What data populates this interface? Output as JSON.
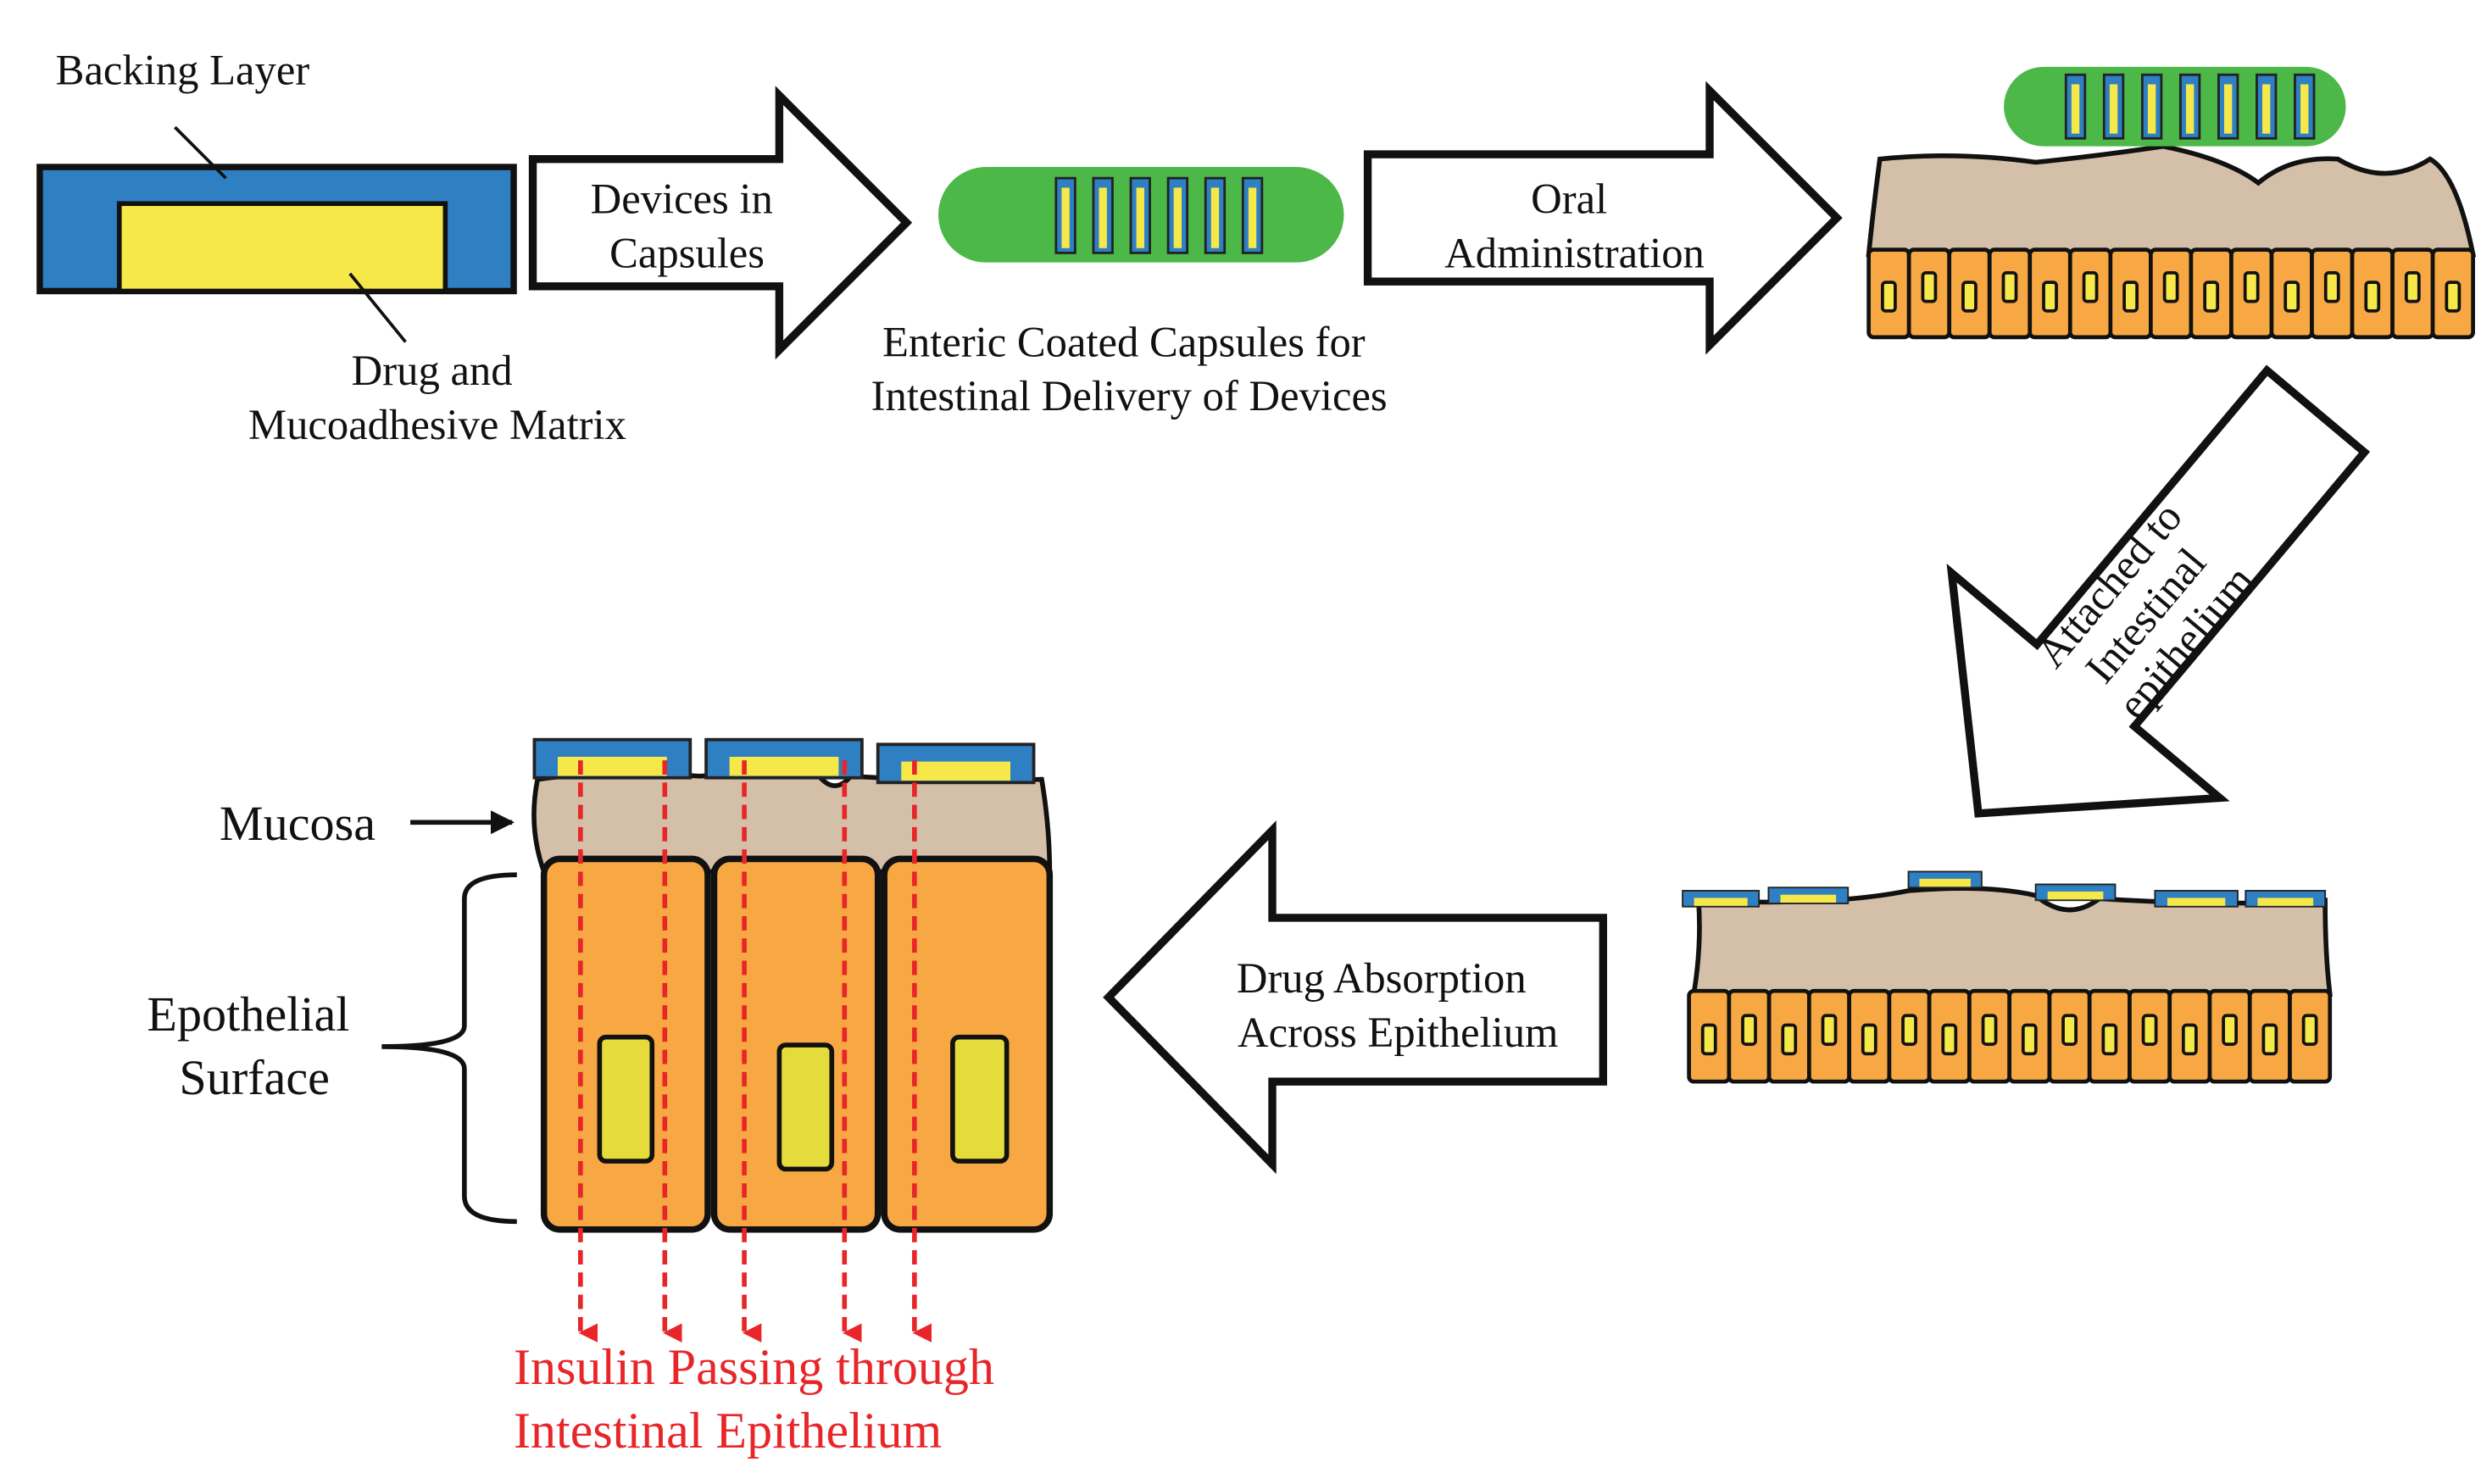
{
  "labels": {
    "backing_layer": "Backing Layer",
    "drug_matrix": [
      "Drug and",
      "Mucoadhesive Matrix"
    ],
    "devices_in_capsules": [
      "Devices in",
      "Capsules"
    ],
    "enteric_caption": [
      "Enteric Coated Capsules for",
      "Intestinal Delivery of Devices"
    ],
    "oral_administration": [
      "Oral",
      "Administration"
    ],
    "attached": [
      "Attached to",
      "Intestinal",
      "epithelium"
    ],
    "drug_absorption": [
      "Drug Absorption",
      "Across Epithelium"
    ],
    "mucosa": "Mucosa",
    "epithelial_surface": [
      "Epothelial",
      "Surface"
    ],
    "insulin": [
      "Insulin Passing through",
      "Intestinal Epithelium"
    ]
  },
  "colors": {
    "backing_blue": "#2f80c3",
    "drug_yellow": "#f7e84a",
    "capsule_green": "#4cb848",
    "mucosa_tan": "#d4c0a8",
    "cell_orange": "#f7a843",
    "insulin_red": "#e8262a"
  }
}
